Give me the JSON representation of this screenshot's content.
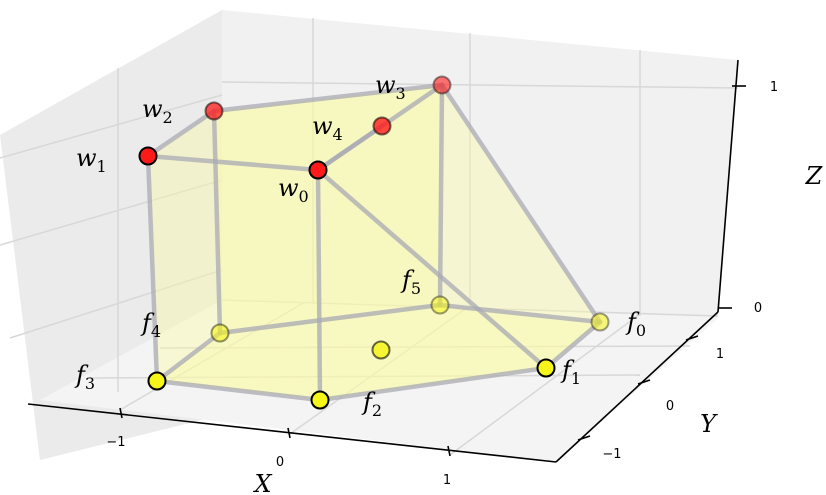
{
  "axes": {
    "x": {
      "label": "X",
      "ticks": [
        "−1",
        "0",
        "1"
      ]
    },
    "y": {
      "label": "Y",
      "ticks": [
        "−1",
        "0",
        "1"
      ]
    },
    "z": {
      "label": "Z",
      "ticks": [
        "0",
        "1"
      ]
    }
  },
  "colors": {
    "pane_side": "#e9e9e9",
    "pane_back": "#efefef",
    "pane_floor": "#f3f3f3",
    "grid": "#dadada",
    "face_fill": "#fbfba8",
    "edge": "#a9a9b4",
    "top_point": "#ff1a1a",
    "bottom_point": "#f5f51a"
  },
  "points": [
    {
      "id": "w0",
      "name": "w",
      "sub": "0",
      "level": "top"
    },
    {
      "id": "w1",
      "name": "w",
      "sub": "1",
      "level": "top"
    },
    {
      "id": "w2",
      "name": "w",
      "sub": "2",
      "level": "top"
    },
    {
      "id": "w3",
      "name": "w",
      "sub": "3",
      "level": "top"
    },
    {
      "id": "w4",
      "name": "w",
      "sub": "4",
      "level": "top"
    },
    {
      "id": "f0",
      "name": "f",
      "sub": "0",
      "level": "bottom"
    },
    {
      "id": "f1",
      "name": "f",
      "sub": "1",
      "level": "bottom"
    },
    {
      "id": "f2",
      "name": "f",
      "sub": "2",
      "level": "bottom"
    },
    {
      "id": "f3",
      "name": "f",
      "sub": "3",
      "level": "bottom"
    },
    {
      "id": "f4",
      "name": "f",
      "sub": "4",
      "level": "bottom"
    },
    {
      "id": "f5",
      "name": "f",
      "sub": "5",
      "level": "bottom"
    },
    {
      "id": "f6",
      "name": "",
      "sub": "",
      "level": "bottom"
    }
  ],
  "edges": [
    [
      "w1",
      "w2"
    ],
    [
      "w2",
      "w3"
    ],
    [
      "w3",
      "w0"
    ],
    [
      "w0",
      "w1"
    ],
    [
      "w4",
      "w0"
    ],
    [
      "w3",
      "f5"
    ],
    [
      "w3",
      "f0"
    ],
    [
      "w0",
      "f2"
    ],
    [
      "w0",
      "f1"
    ],
    [
      "w1",
      "f3"
    ],
    [
      "w2",
      "f4"
    ],
    [
      "f3",
      "f2"
    ],
    [
      "f2",
      "f1"
    ],
    [
      "f1",
      "f0"
    ],
    [
      "f0",
      "f5"
    ],
    [
      "f5",
      "f4"
    ],
    [
      "f4",
      "f3"
    ]
  ]
}
